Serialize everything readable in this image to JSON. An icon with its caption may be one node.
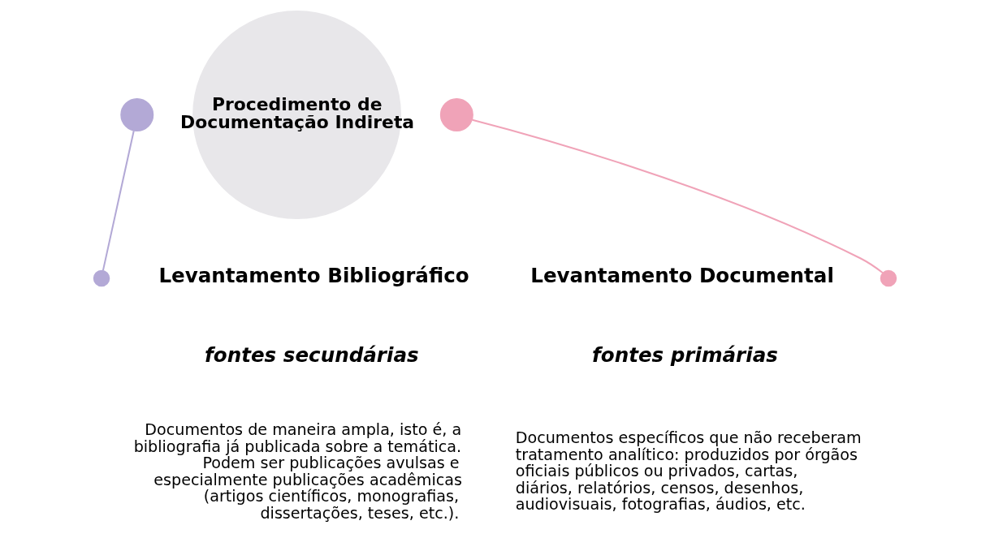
{
  "diagram": {
    "nodes": [
      {
        "text": [
          "Procedimento de Documentação Indireta"
        ]
      },
      {
        "text": [],
        "shape": "circle"
      },
      {
        "text": [],
        "shape": "circle"
      },
      {
        "text": [],
        "shape": "circle"
      },
      {
        "text": [],
        "shape": "circle"
      }
    ],
    "edges": [
      {
        "from": 1,
        "to": 4,
        "arrow": "none",
        "color": "#b3a9d6"
      },
      {
        "from": 2,
        "to": 3,
        "arrow": "none",
        "color": "#f0a3b8"
      }
    ],
    "labels": [
      "Levantamento Documental",
      "fontes primárias",
      "Documentos específicos que não receberam tratamento analítico: produzidos por órgãos oficiais públicos ou privados, cartas, diários, relatórios, censos, desenhos, audiovisuais, fotografias, áudios, etc.",
      "Levantamento Bibliográfico",
      "fontes secundárias",
      "Documentos de maneira ampla, isto é, a bibliografia já publicada sobre a temática. Podem ser publicações avulsas e especialmente publicações acadêmicas (artigos científicos, monografias, dissertações, teses, etc.)."
    ]
  }
}
